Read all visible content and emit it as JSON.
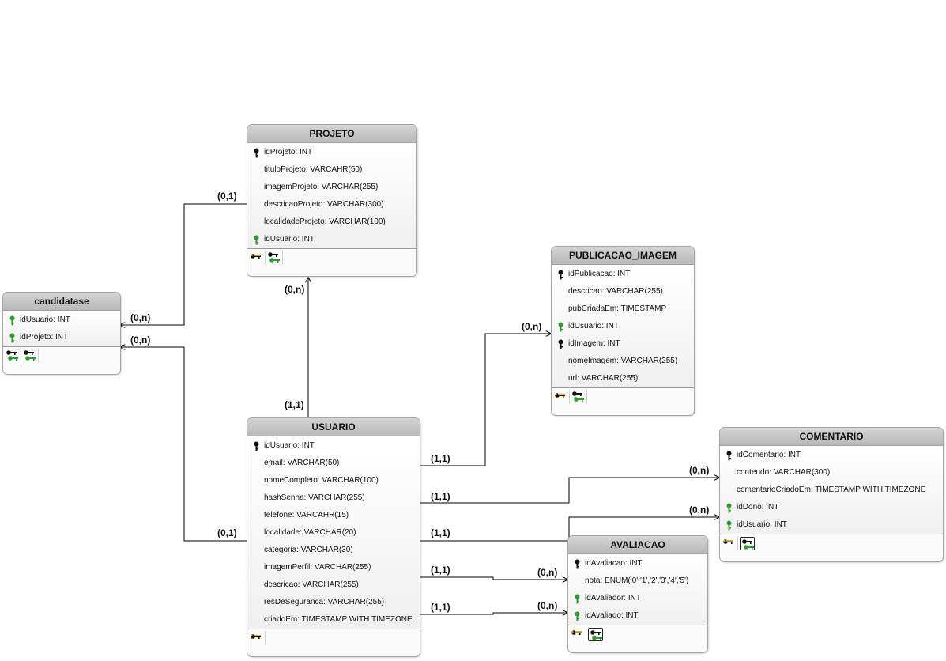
{
  "entities": {
    "projeto": {
      "name": "PROJETO",
      "attributes": [
        "idProjeto: INT",
        "tituloProjeto: VARCAHR(50)",
        "imagemProjeto: VARCHAR(255)",
        "descricaoProjeto: VARCHAR(300)",
        "localidadeProjeto: VARCHAR(100)",
        "idUsuario: INT"
      ]
    },
    "candidatase": {
      "name": "candidatase",
      "attributes": [
        "idUsuario: INT",
        "idProjeto: INT"
      ]
    },
    "publicacao_imagem": {
      "name": "PUBLICACAO_IMAGEM",
      "attributes": [
        "idPublicacao: INT",
        "descricao: VARCHAR(255)",
        "pubCriadaEm: TIMESTAMP",
        "idUsuario: INT",
        "idImagem: INT",
        "nomeImagem: VARCHAR(255)",
        "url: VARCHAR(255)"
      ]
    },
    "usuario": {
      "name": "USUARIO",
      "attributes": [
        "idUsuario: INT",
        "email: VARCHAR(50)",
        "nomeCompleto: VARCHAR(100)",
        "hashSenha: VARCHAR(255)",
        "telefone: VARCAHR(15)",
        "localidade: VARCHAR(20)",
        "categoria: VARCHAR(30)",
        "imagemPerfil: VARCHAR(255)",
        "descricao: VARCHAR(255)",
        "resDeSeguranca: VARCHAR(255)",
        "criadoEm: TIMESTAMP WITH TIMEZONE"
      ]
    },
    "comentario": {
      "name": "COMENTARIO",
      "attributes": [
        "idComentario: INT",
        "conteudo: VARCHAR(300)",
        "comentarioCriadoEm: TIMESTAMP WITH TIMEZONE",
        "idDono: INT",
        "idUsuario: INT"
      ]
    },
    "avaliacao": {
      "name": "AVALIACAO",
      "attributes": [
        "idAvaliacao: INT",
        "nota: ENUM('0','1','2','3','4','5')",
        "idAvaliador: INT",
        "idAvaliado: INT"
      ]
    }
  },
  "cardinalities": {
    "projeto_cand_src": "(0,1)",
    "projeto_cand_dst": "(0,n)",
    "usuario_cand_dst": "(0,n)",
    "usuario_cand_src": "(0,1)",
    "usuario_projeto_dst": "(0,n)",
    "usuario_projeto_src": "(1,1)",
    "usuario_pub_dst": "(0,n)",
    "usuario_pub_src": "(1,1)",
    "usuario_com1_src": "(1,1)",
    "usuario_com1_dst": "(0,n)",
    "usuario_com2_src": "(1,1)",
    "usuario_com2_dst": "(0,n)",
    "usuario_aval1_src": "(1,1)",
    "usuario_aval1_dst": "(0,n)",
    "usuario_aval2_src": "(1,1)",
    "usuario_aval2_dst": "(0,n)"
  },
  "icons": {
    "primary_key": "black-key-icon",
    "foreign_key": "green-key-icon",
    "key_colors": {
      "pk": "#111111",
      "fk": "#2e9a2e",
      "index": "#d9a21b"
    }
  }
}
